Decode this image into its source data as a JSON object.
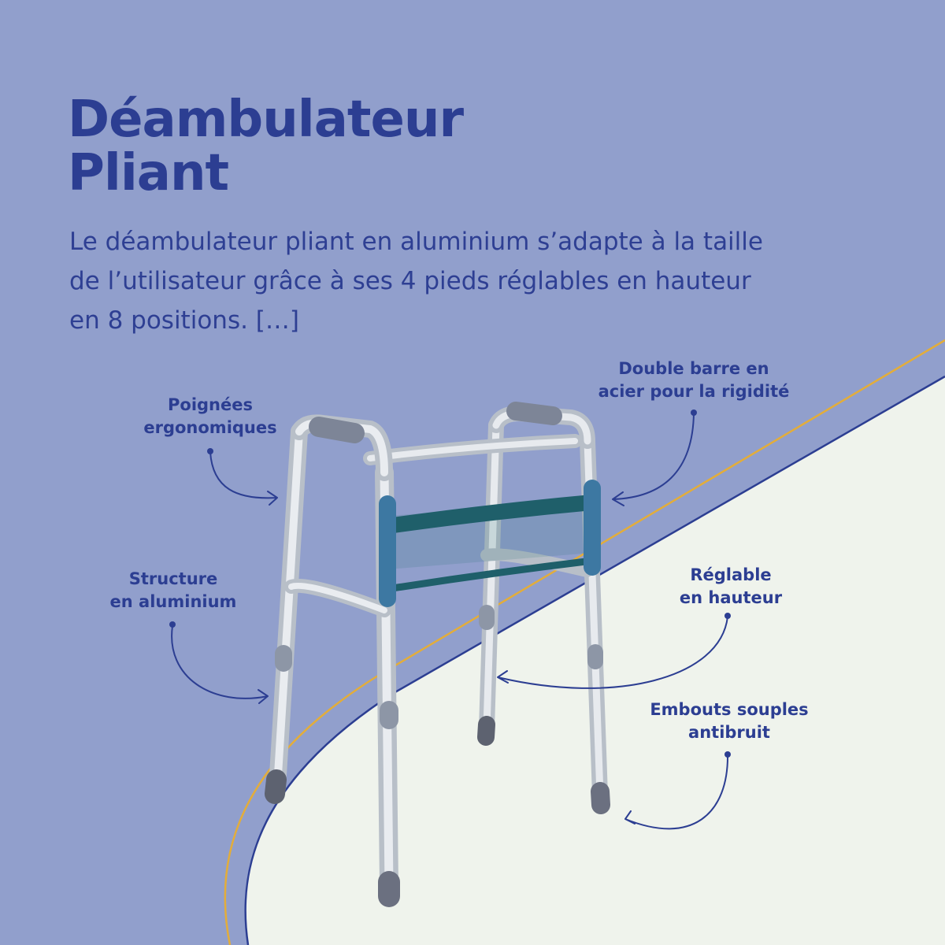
{
  "header": {
    "title_line1": "Déambulateur",
    "title_line2": "Pliant"
  },
  "description": {
    "line1": "Le déambulateur pliant en aluminium s’adapte à la taille",
    "line2": "de l’utilisateur grâce à ses 4 pieds réglables en hauteur",
    "line3": "en 8 positions. […]"
  },
  "callouts": {
    "handles": {
      "line1": "Poignées",
      "line2": "ergonomiques"
    },
    "double_bar": {
      "line1": "Double barre en",
      "line2": "acier pour la rigidité"
    },
    "structure": {
      "line1": "Structure",
      "line2": "en aluminium"
    },
    "height": {
      "line1": "Réglable",
      "line2": "en hauteur"
    },
    "tips": {
      "line1": "Embouts souples",
      "line2": "antibruit"
    }
  },
  "colors": {
    "background": "#919fcc",
    "floor": "#eff3ec",
    "navy": "#2c3e92",
    "gold": "#e3ad3a"
  }
}
